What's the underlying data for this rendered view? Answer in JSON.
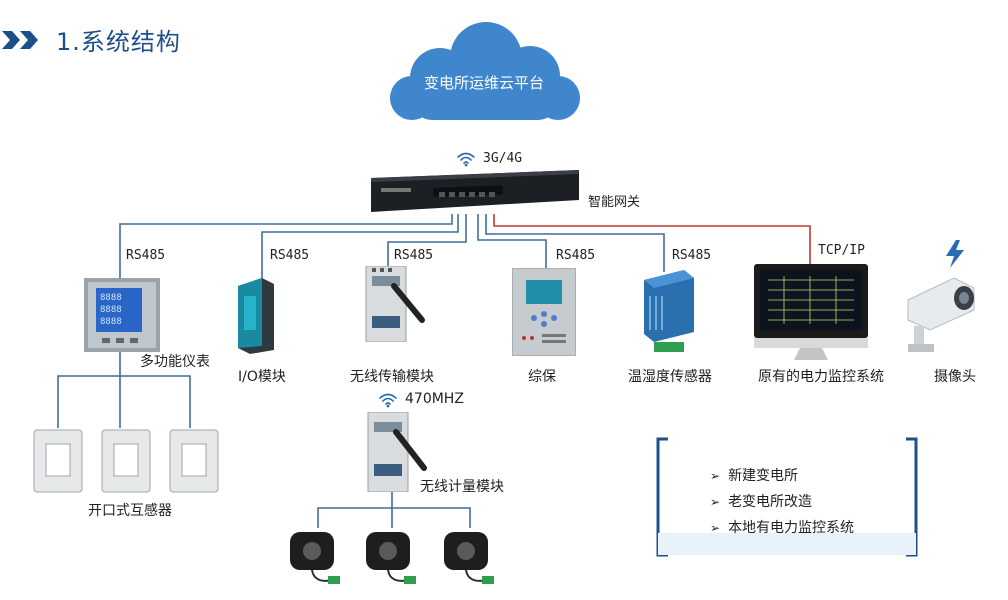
{
  "header": {
    "title": "1.系统结构"
  },
  "cloud": {
    "label": "变电所运维云平台"
  },
  "gateway": {
    "signal": "3G/4G",
    "label": "智能网关"
  },
  "links": {
    "rs485_1": "RS485",
    "rs485_2": "RS485",
    "rs485_3": "RS485",
    "rs485_4": "RS485",
    "rs485_5": "RS485",
    "tcpip": "TCP/IP",
    "mhz": "470MHZ"
  },
  "devices": {
    "meter": "多功能仪表",
    "io": "I/O模块",
    "wireless": "无线传输模块",
    "protect": "综保",
    "sensor": "温湿度传感器",
    "monitor": "原有的电力监控系统",
    "camera": "摄像头",
    "ct_open": "开口式互感器",
    "wireless_meter": "无线计量模块"
  },
  "scenarios": [
    "新建变电所",
    "老变电所改造",
    "本地有电力监控系统"
  ],
  "colors": {
    "brand": "#1d4f8a",
    "cloud": "#3f86cc",
    "line": "#3d6f9a",
    "line_red": "#c0392b"
  }
}
